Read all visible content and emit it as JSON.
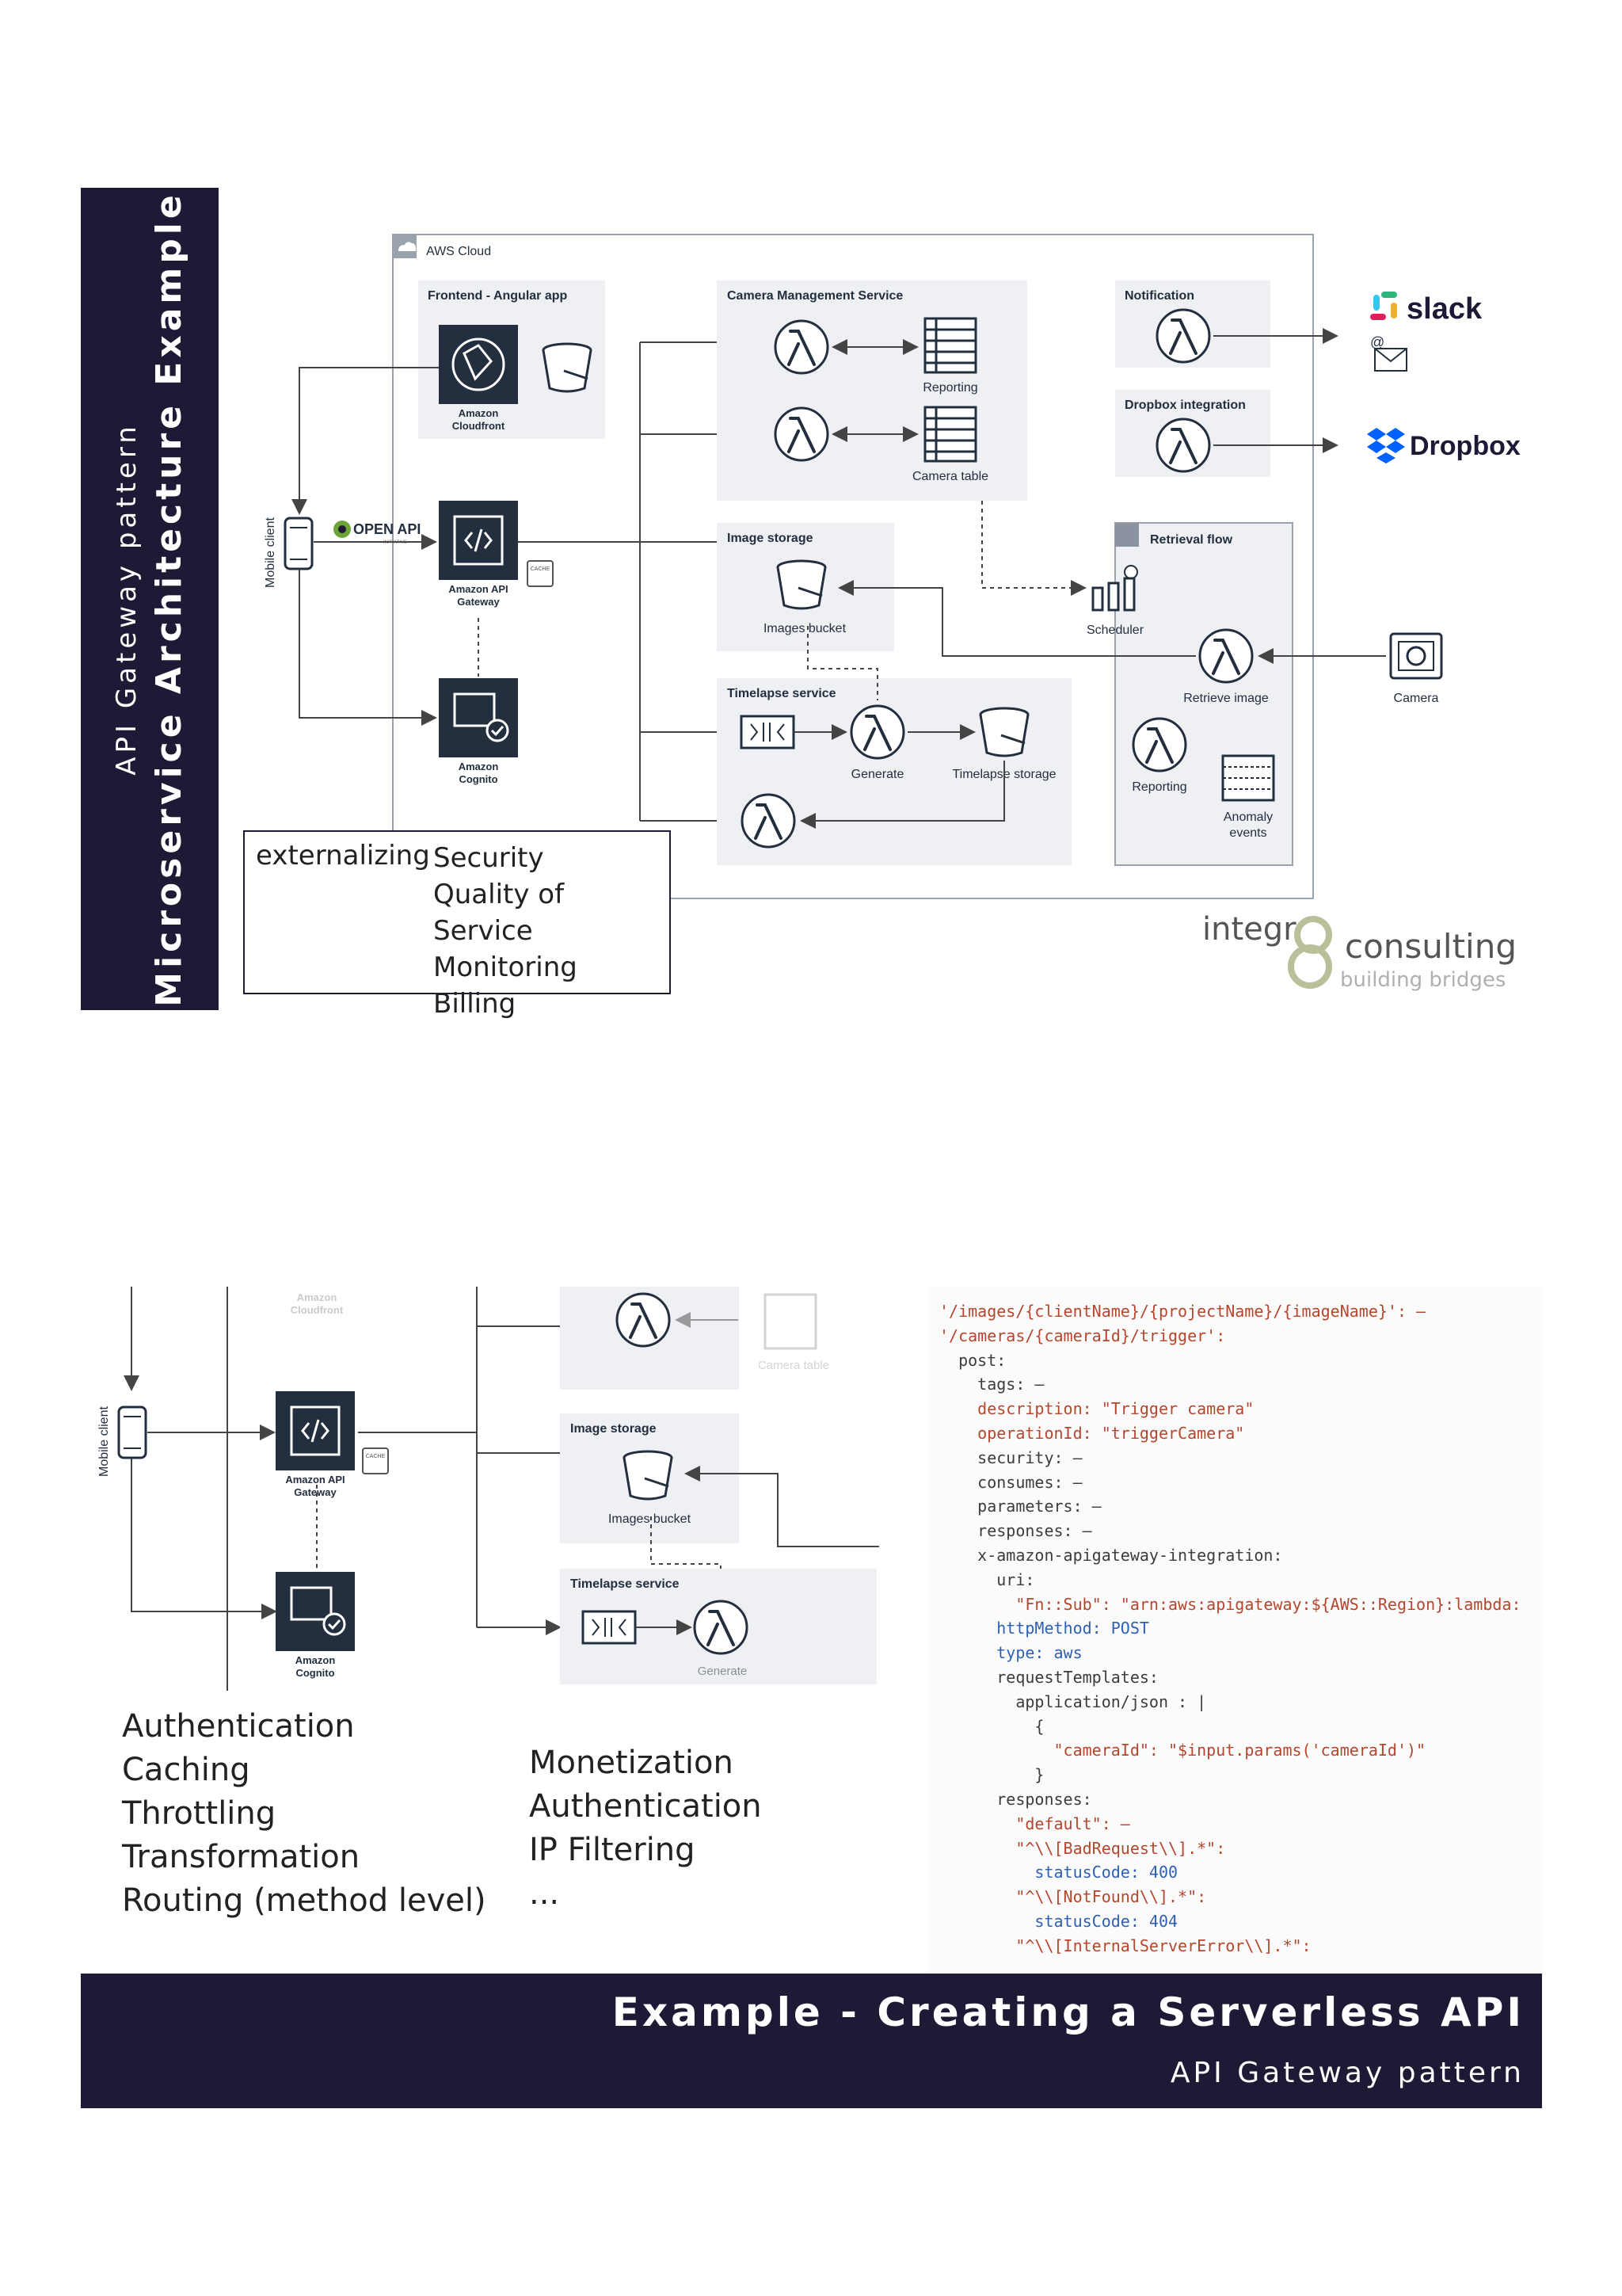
{
  "slide1": {
    "sidebar": {
      "subtitle": "API Gateway pattern",
      "title": "Microservice Architecture Example"
    },
    "aws_cloud_label": "AWS Cloud",
    "groups": {
      "frontend": "Frontend - Angular app",
      "camera_mgmt": "Camera Management Service",
      "notification": "Notification",
      "dropbox_integration": "Dropbox integration",
      "image_storage": "Image storage",
      "retrieval_flow": "Retrieval flow",
      "timelapse": "Timelapse service"
    },
    "labels": {
      "mobile_client": "Mobile client",
      "cloudfront": [
        "Amazon",
        "Cloudfront"
      ],
      "api_gateway": [
        "Amazon API",
        "Gateway"
      ],
      "cognito": [
        "Amazon",
        "Cognito"
      ],
      "openapi": "OPEN API",
      "openapi_sub": "INITIATIVE",
      "cache": "CACHE",
      "reporting": "Reporting",
      "camera_table": "Camera table",
      "images_bucket": "Images bucket",
      "scheduler": "Scheduler",
      "retrieve_image": "Retrieve image",
      "camera": "Camera",
      "generate": "Generate",
      "timelapse_storage": "Timelapse storage",
      "reporting2": "Reporting",
      "anomaly_events": [
        "Anomaly",
        "events"
      ],
      "slack": "slack",
      "dropbox": "Dropbox"
    },
    "externalizing": {
      "key": "externalizing",
      "items": [
        "Security",
        "Quality of Service",
        "Monitoring",
        "Billing"
      ]
    },
    "logo": {
      "name_a": "integr",
      "name_b": "consulting",
      "tagline": "building bridges"
    }
  },
  "slide2": {
    "labels": {
      "mobile_client": "Mobile client",
      "api_gateway": [
        "Amazon API",
        "Gateway"
      ],
      "cognito": [
        "Amazon",
        "Cognito"
      ],
      "cache": "CACHE",
      "image_storage": "Image storage",
      "images_bucket": "Images bucket",
      "timelapse": "Timelapse service",
      "generate": "Generate",
      "faded_cloudfront": [
        "Amazon",
        "Cloudfront"
      ],
      "faded_camera_table": "Camera table"
    },
    "features_left": [
      "Authentication",
      "Caching",
      "Throttling",
      "Transformation",
      "Routing (method level)"
    ],
    "features_right": [
      "Monetization",
      "Authentication",
      "IP Filtering",
      "..."
    ],
    "code_lines": [
      "'/images/{clientName}/{projectName}/{imageName}': –",
      "'/cameras/{cameraId}/trigger':",
      "  post:",
      "    tags: –",
      "    description: \"Trigger camera\"",
      "    operationId: \"triggerCamera\"",
      "    security: –",
      "    consumes: –",
      "    parameters: –",
      "    responses: –",
      "    x-amazon-apigateway-integration:",
      "      uri:",
      "        \"Fn::Sub\": \"arn:aws:apigateway:${AWS::Region}:lambda:",
      "      httpMethod: POST",
      "      type: aws",
      "      requestTemplates:",
      "        application/json : |",
      "          {",
      "            \"cameraId\": \"$input.params('cameraId')\"",
      "          }",
      "      responses:",
      "        \"default\": –",
      "        \"^\\\\[BadRequest\\\\].*\":",
      "          statusCode: 400",
      "        \"^\\\\[NotFound\\\\].*\":",
      "          statusCode: 404",
      "        \"^\\\\[InternalServerError\\\\].*\":"
    ],
    "band": {
      "title": "Example - Creating a Serverless API",
      "subtitle": "API Gateway pattern"
    }
  },
  "colors": {
    "navy": "#1e1934",
    "aws_dark": "#232f3e",
    "group_fill": "#eef0f3",
    "code_key": "#3c3c3c",
    "code_string": "#b5462e",
    "code_value": "#2f5fb3"
  }
}
